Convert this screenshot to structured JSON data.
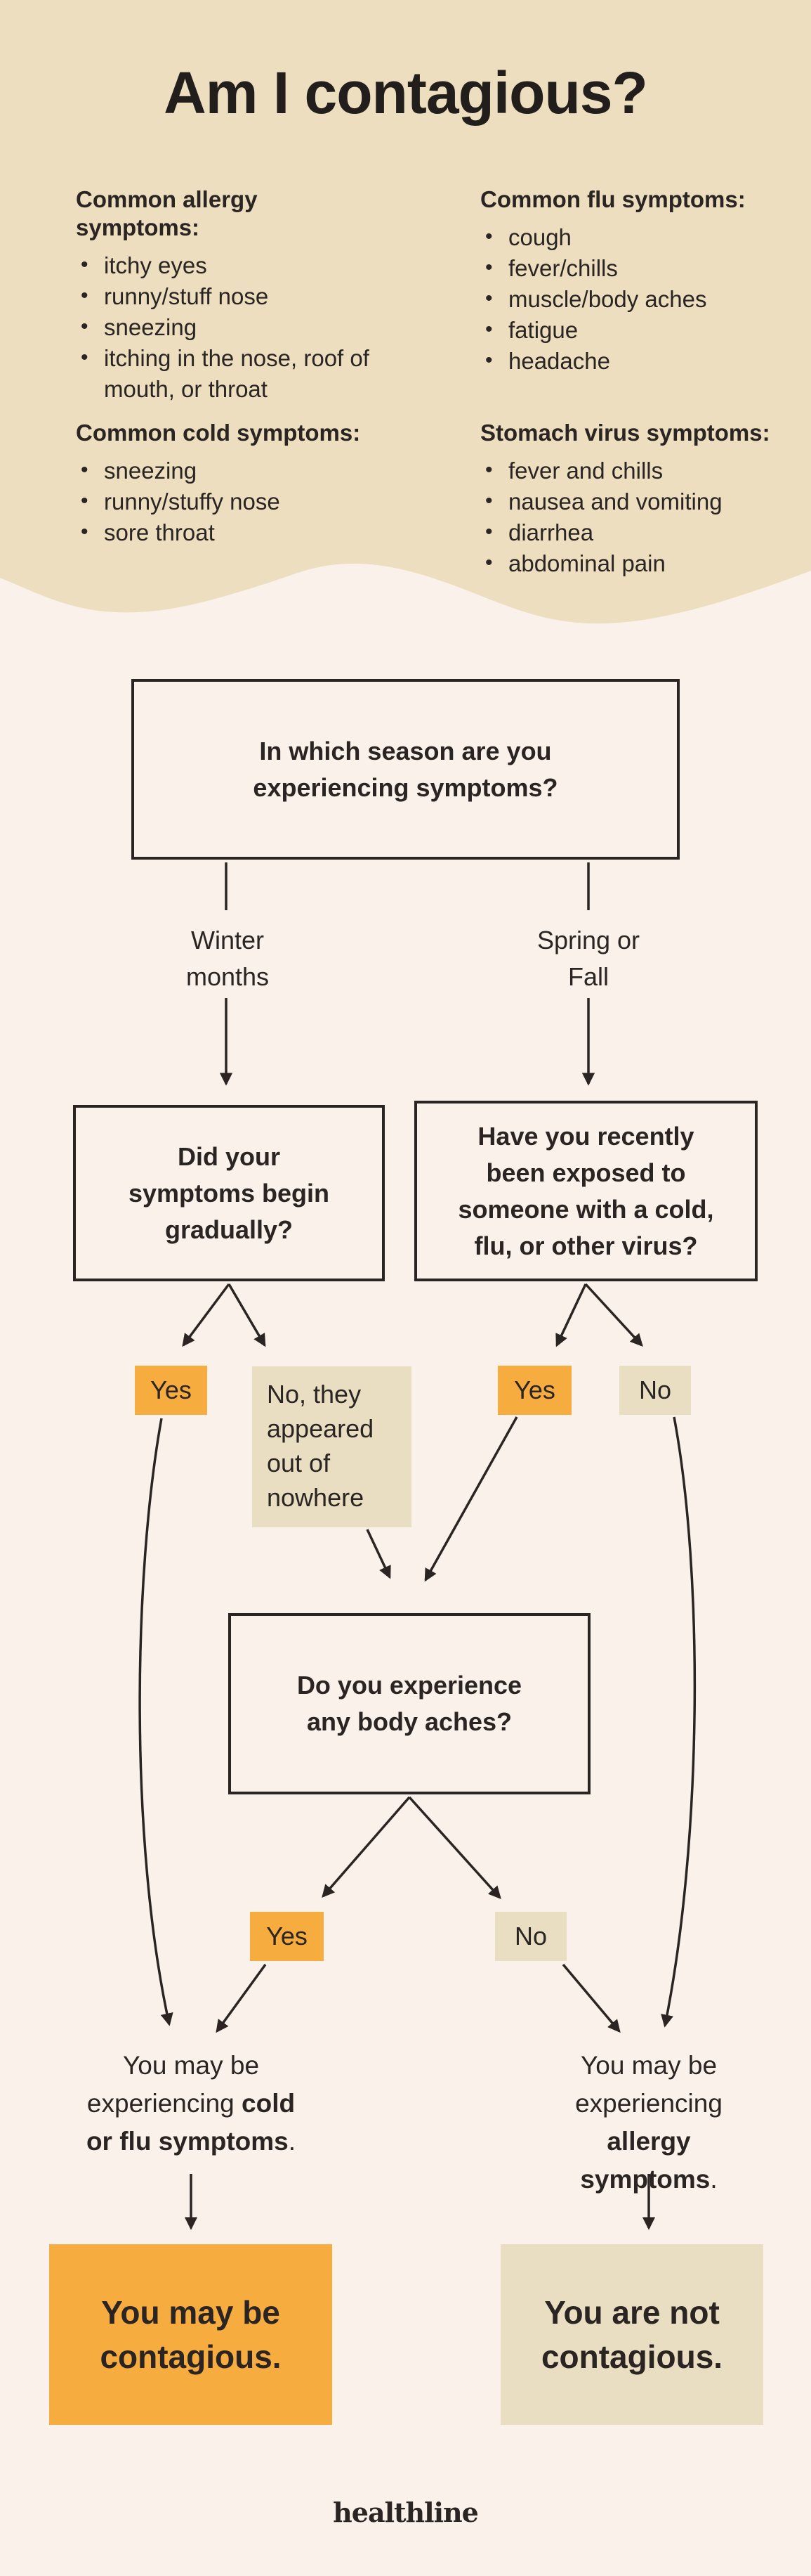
{
  "title": "Am I contagious?",
  "brand_logo": "healthline",
  "colors": {
    "top_band": "#ECDEBE",
    "background": "#FAF2EA",
    "accent_orange": "#F7AC40",
    "accent_tan": "#E9DEC1",
    "ink": "#2A2522"
  },
  "symptom_groups": [
    {
      "title": "Common allergy symptoms:",
      "items": [
        "itchy eyes",
        "runny/stuff nose",
        "sneezing",
        "itching in the nose, roof of mouth, or throat"
      ]
    },
    {
      "title": "Common flu symptoms:",
      "items": [
        "cough",
        "fever/chills",
        "muscle/body aches",
        "fatigue",
        "headache"
      ]
    },
    {
      "title": "Common cold symptoms:",
      "items": [
        "sneezing",
        "runny/stuffy nose",
        "sore throat"
      ]
    },
    {
      "title": "Stomach virus symptoms:",
      "items": [
        "fever and chills",
        "nausea and vomiting",
        "diarrhea",
        "abdominal pain"
      ]
    }
  ],
  "flowchart": {
    "q_season": "In which season are you experiencing symptoms?",
    "branch_winter": "Winter months",
    "branch_spring": "Spring or Fall",
    "q_gradual": "Did your symptoms begin gradually?",
    "q_exposed": "Have you recently been exposed to someone with a cold, flu, or other virus?",
    "ans_gradual_yes": "Yes",
    "ans_gradual_no": "No, they appeared out of nowhere",
    "ans_exposed_yes": "Yes",
    "ans_exposed_no": "No",
    "q_body_aches": "Do you experience any body aches?",
    "ans_aches_yes": "Yes",
    "ans_aches_no": "No",
    "result_cold_flu": {
      "prefix": "You may be experiencing ",
      "bold": "cold or flu symptoms",
      "suffix": "."
    },
    "result_allergy": {
      "prefix": "You may be experiencing ",
      "bold": "allergy symptoms",
      "suffix": "."
    },
    "final_contagious": "You may be contagious.",
    "final_not_contagious": "You are not contagious."
  }
}
